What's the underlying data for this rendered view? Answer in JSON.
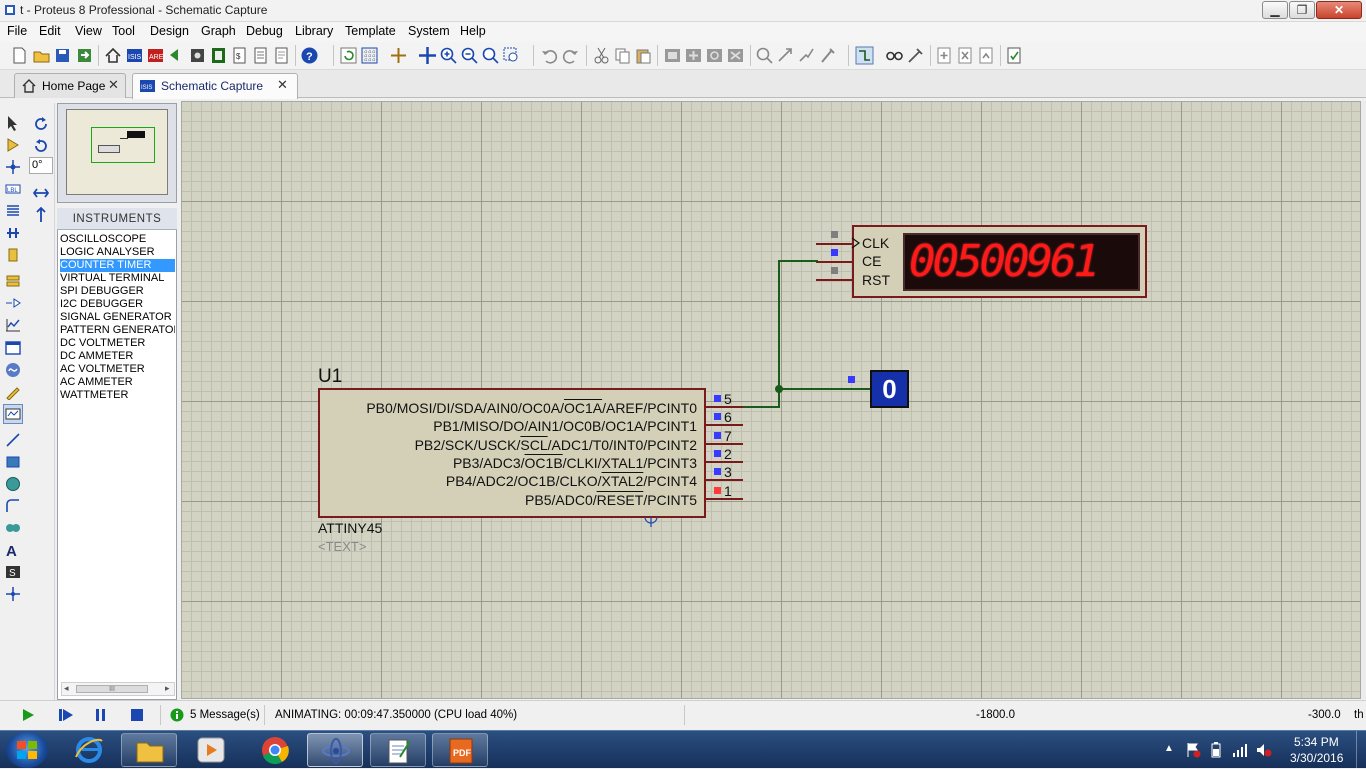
{
  "window": {
    "title": "t - Proteus 8 Professional - Schematic Capture",
    "min_label": "▁",
    "max_label": "❐",
    "close_label": "✕"
  },
  "menu": [
    "File",
    "Edit",
    "View",
    "Tool",
    "Design",
    "Graph",
    "Debug",
    "Library",
    "Template",
    "System",
    "Help"
  ],
  "tabs": [
    {
      "label": "Home Page",
      "close": "✕"
    },
    {
      "label": "Schematic Capture",
      "close": "✕"
    }
  ],
  "left_tools": {
    "rotation": "0°"
  },
  "devices": {
    "header": "INSTRUMENTS",
    "items": [
      "OSCILLOSCOPE",
      "LOGIC ANALYSER",
      "COUNTER TIMER",
      "VIRTUAL TERMINAL",
      "SPI DEBUGGER",
      "I2C DEBUGGER",
      "SIGNAL GENERATOR",
      "PATTERN GENERATOR",
      "DC VOLTMETER",
      "DC AMMETER",
      "AC VOLTMETER",
      "AC AMMETER",
      "WATTMETER"
    ],
    "selected": "COUNTER TIMER",
    "scroll_thumb": "III"
  },
  "schematic": {
    "chip": {
      "ref": "U1",
      "part": "ATTINY45",
      "text_placeholder": "<TEXT>",
      "pins": [
        {
          "label": "PB0/MOSI/DI/SDA/AIN0/OC0A/OC1A/AREF/PCINT0",
          "num": "5"
        },
        {
          "label": "PB1/MISO/DO/AIN1/OC0B/OC1A/PCINT1",
          "num": "6"
        },
        {
          "label": "PB2/SCK/USCK/SCL/ADC1/T0/INT0/PCINT2",
          "num": "7"
        },
        {
          "label": "PB3/ADC3/OC1B/CLKI/XTAL1/PCINT3",
          "num": "2"
        },
        {
          "label": "PB4/ADC2/OC1B/CLKO/XTAL2/PCINT4",
          "num": "3"
        },
        {
          "label": "PB5/ADC0/RESET/PCINT5",
          "num": "1"
        }
      ]
    },
    "counter": {
      "pins": [
        "CLK",
        "CE",
        "RST"
      ],
      "display": "00500961"
    },
    "logic_probe": {
      "value": "0"
    }
  },
  "status": {
    "messages": "5 Message(s)",
    "animation": "ANIMATING: 00:09:47.350000 (CPU load 40%)",
    "coord_x": "-1800.0",
    "coord_y": "-300.0",
    "units": "th"
  },
  "tray": {
    "time": "5:34 PM",
    "date": "3/30/2016"
  },
  "colors": {
    "wire": "#1a5a1a",
    "chip_body": "#d4d0b8",
    "chip_border": "#7a1a1a",
    "display_digits": "#ff1a1a",
    "probe_bg": "#1530a8",
    "selected_device": "#3399ff"
  }
}
